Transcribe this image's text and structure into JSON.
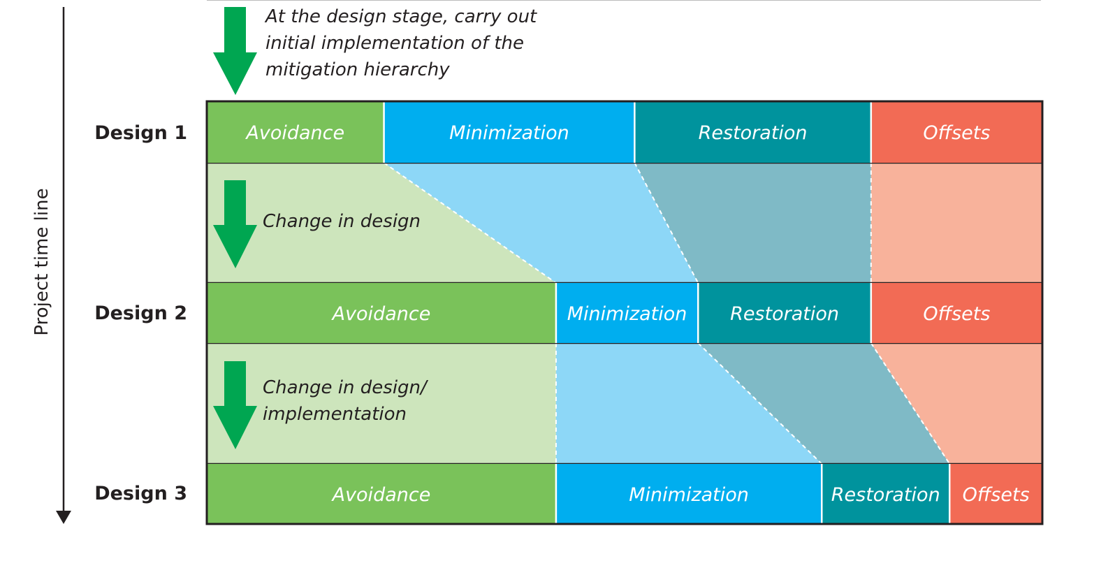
{
  "timeline_label": "Project time line",
  "intro_caption": [
    "At the design stage, carry out",
    "initial implementation of the",
    "mitigation hierarchy"
  ],
  "transitions": [
    {
      "caption": [
        "Change in design"
      ]
    },
    {
      "caption": [
        "Change in design/",
        "implementation"
      ]
    }
  ],
  "colors": {
    "avoidance": "#7ac25a",
    "minimization": "#00aeef",
    "restoration": "#00939d",
    "offsets": "#f26b55",
    "avoidance_light": "#cde5bc",
    "minimization_light": "#8dd7f7",
    "restoration_light": "#7fbac6",
    "offsets_light": "#f8b29b",
    "arrow": "#00a651",
    "outline": "#231f20"
  },
  "designs": [
    {
      "label": "Design 1",
      "segments": [
        {
          "key": "avoidance",
          "label": "Avoidance",
          "share": 0.212
        },
        {
          "key": "minimization",
          "label": "Minimization",
          "share": 0.3
        },
        {
          "key": "restoration",
          "label": "Restoration",
          "share": 0.283
        },
        {
          "key": "offsets",
          "label": "Offsets",
          "share": 0.205
        }
      ]
    },
    {
      "label": "Design 2",
      "segments": [
        {
          "key": "avoidance",
          "label": "Avoidance",
          "share": 0.418
        },
        {
          "key": "minimization",
          "label": "Minimization",
          "share": 0.17
        },
        {
          "key": "restoration",
          "label": "Restoration",
          "share": 0.207
        },
        {
          "key": "offsets",
          "label": "Offsets",
          "share": 0.205
        }
      ]
    },
    {
      "label": "Design 3",
      "segments": [
        {
          "key": "avoidance",
          "label": "Avoidance",
          "share": 0.418
        },
        {
          "key": "minimization",
          "label": "Minimization",
          "share": 0.318
        },
        {
          "key": "restoration",
          "label": "Restoration",
          "share": 0.153
        },
        {
          "key": "offsets",
          "label": "Offsets",
          "share": 0.111
        }
      ]
    }
  ]
}
